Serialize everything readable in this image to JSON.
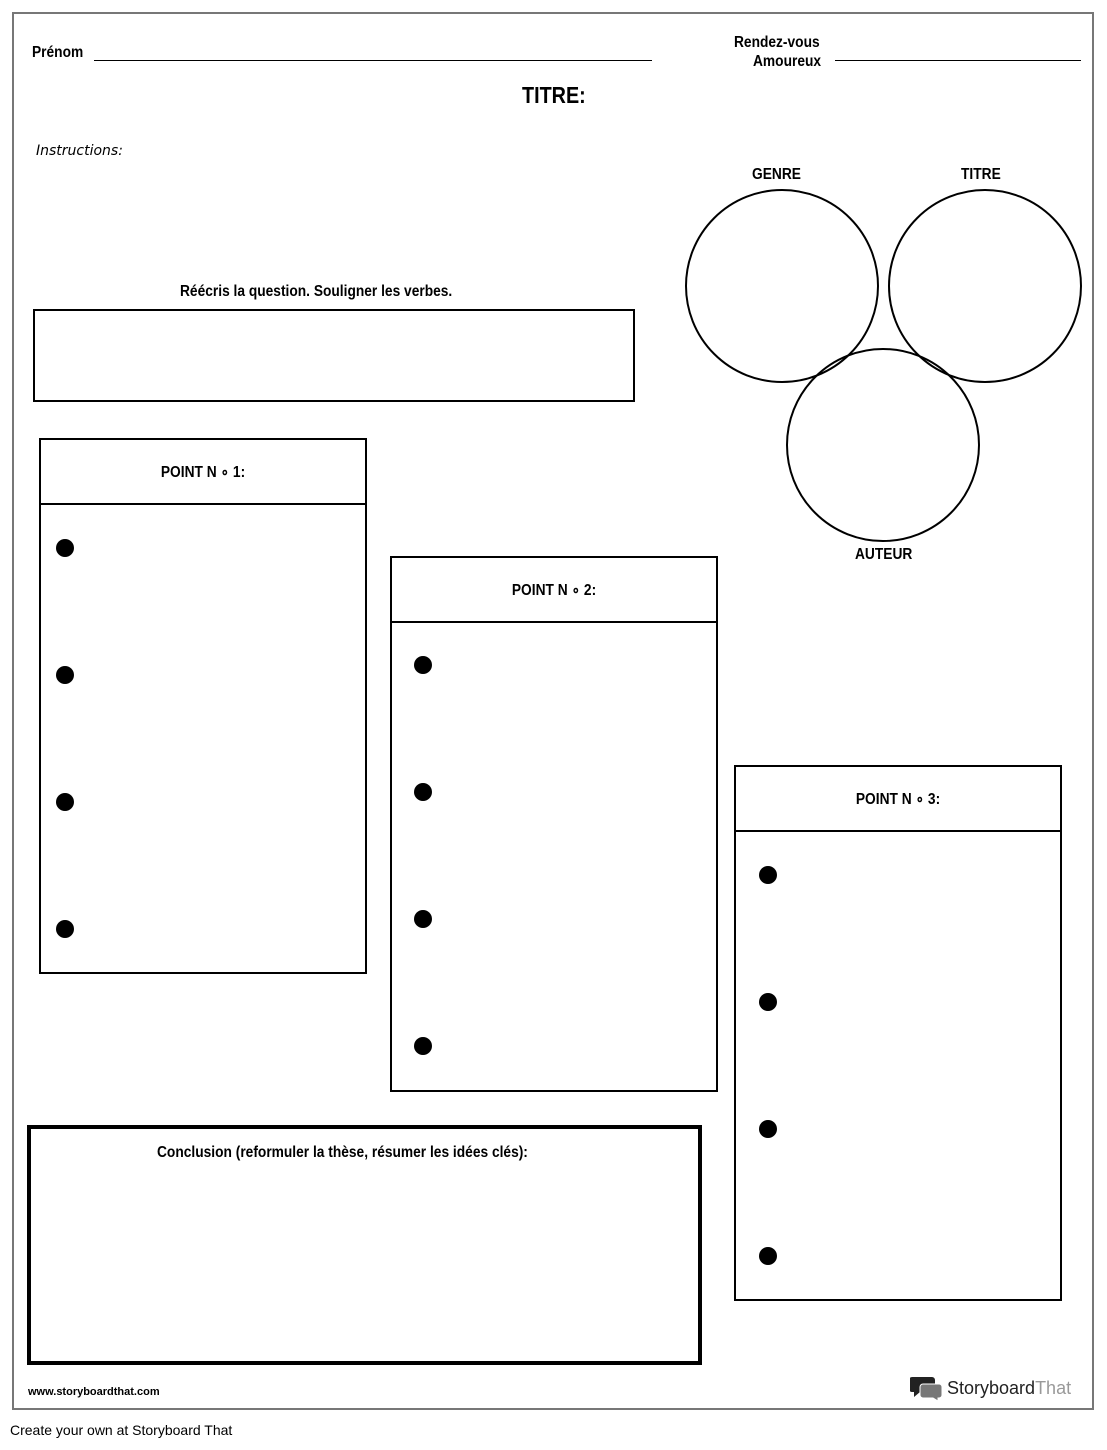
{
  "header": {
    "name_label": "Prénom",
    "date_label_line1": "Rendez-vous",
    "date_label_line2": "Amoureux",
    "title_label": "TITRE:"
  },
  "instructions_label": "Instructions:",
  "rewrite_label": "Réécris la question. Souligner les verbes.",
  "venn": {
    "genre": "GENRE",
    "titre": "TITRE",
    "auteur": "AUTEUR"
  },
  "points": [
    {
      "title": "POINT N ∘ 1:"
    },
    {
      "title": "POINT N ∘ 2:"
    },
    {
      "title": "POINT N ∘ 3:"
    }
  ],
  "conclusion_label": "Conclusion (reformuler la thèse, résumer les idées clés):",
  "footer": {
    "site": "www.storyboardthat.com",
    "brand_a": "Storyboard",
    "brand_b": "That",
    "create_text": "Create your own at Storyboard That"
  }
}
